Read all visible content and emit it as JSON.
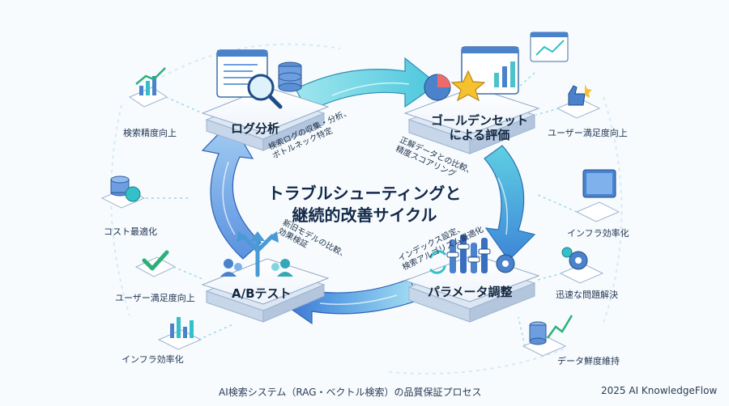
{
  "center": {
    "line1": "トラブルシューティングと",
    "line2": "継続的改善サイクル"
  },
  "nodes": {
    "log": {
      "title": "ログ分析",
      "desc1": "検索ログの収集・分析、",
      "desc2": "ボトルネック特定"
    },
    "golden": {
      "title1": "ゴールデンセット",
      "title2": "による評価",
      "desc1": "正解データとの比較、",
      "desc2": "精度スコアリング"
    },
    "param": {
      "title": "パラメータ調整",
      "desc1": "インデックス設定、",
      "desc2": "検索アルゴリズム最適化"
    },
    "ab": {
      "title": "A/Bテスト",
      "desc1": "新旧モデルの比較、",
      "desc2": "効果検証"
    }
  },
  "benefits_left": [
    "検索精度向上",
    "コスト最適化",
    "ユーザー満足度向上",
    "インフラ効率化"
  ],
  "benefits_right": [
    "ユーザー満足度向上",
    "インフラ効率化",
    "迅速な問題解決",
    "データ鮮度維持"
  ],
  "footer": {
    "caption": "AI検索システム（RAG・ベクトル検索）の品質保証プロセス",
    "credit": "2025 AI KnowledgeFlow"
  },
  "colors": {
    "arrow_top": "#5fd3e6",
    "arrow_side": "#7fb1ec",
    "arrow_dark": "#3e7ed6",
    "platform": "#ffffff",
    "platform_shadow": "#c9d8ea",
    "icon_blue": "#3f7fd4",
    "icon_teal": "#33c0c8",
    "star": "#f6c12f"
  }
}
